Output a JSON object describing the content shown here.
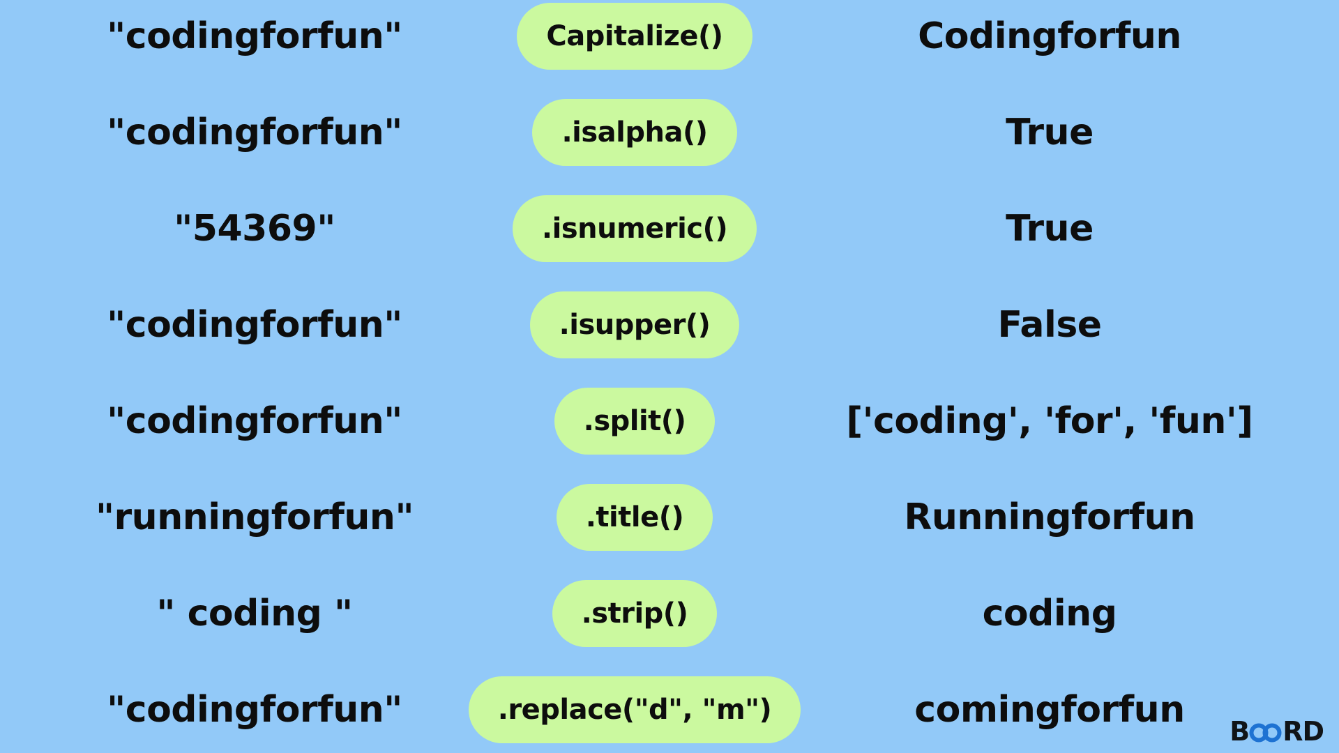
{
  "page": {
    "background_color": "#92C9F8",
    "pill_color": "#CBF99F",
    "text_color": "#0D0D0D"
  },
  "rows": [
    {
      "input": "\"codingforfun\"",
      "method": "Capitalize()",
      "output": "Codingforfun"
    },
    {
      "input": "\"codingforfun\"",
      "method": ".isalpha()",
      "output": "True"
    },
    {
      "input": "\"54369\"",
      "method": ".isnumeric()",
      "output": "True"
    },
    {
      "input": "\"codingforfun\"",
      "method": ".isupper()",
      "output": "False"
    },
    {
      "input": "\"codingforfun\"",
      "method": ".split()",
      "output": "['coding', 'for', 'fun']"
    },
    {
      "input": "\"runningforfun\"",
      "method": ".title()",
      "output": "Runningforfun"
    },
    {
      "input": "\" coding \"",
      "method": ".strip()",
      "output": "coding"
    },
    {
      "input": "\"codingforfun\"",
      "method": ".replace(\"d\", \"m\")",
      "output": "comingforfun"
    }
  ],
  "logo": {
    "prefix": "B",
    "suffix": "RD",
    "brand_blue": "#1E72D2",
    "brand_dark": "#101418"
  }
}
